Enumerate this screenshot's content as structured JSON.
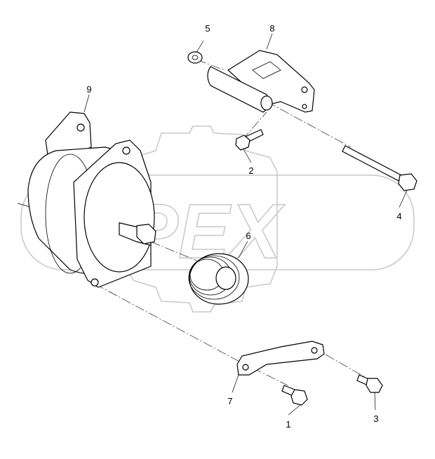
{
  "diagram": {
    "watermark": "OPEX",
    "callouts": [
      "1",
      "2",
      "3",
      "4",
      "5",
      "6",
      "7",
      "8",
      "9"
    ]
  }
}
